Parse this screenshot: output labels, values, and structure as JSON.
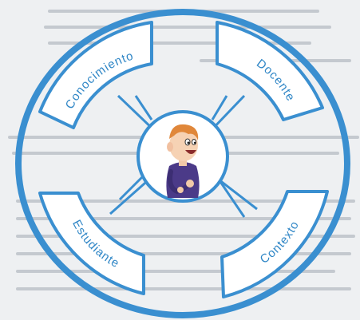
{
  "diagram": {
    "nodes": [
      {
        "id": "conocimiento",
        "label": "Conocimiento"
      },
      {
        "id": "docente",
        "label": "Docente"
      },
      {
        "id": "estudiante",
        "label": "Estudiante"
      },
      {
        "id": "contexto",
        "label": "Contexto"
      }
    ],
    "center": {
      "icon": "student-cartoon-icon"
    },
    "colors": {
      "ring": "#3a8fd0",
      "label": "#2f86c6",
      "fill": "#ffffff",
      "page": "#eef0f2",
      "background_text": "#b8bec6"
    }
  }
}
